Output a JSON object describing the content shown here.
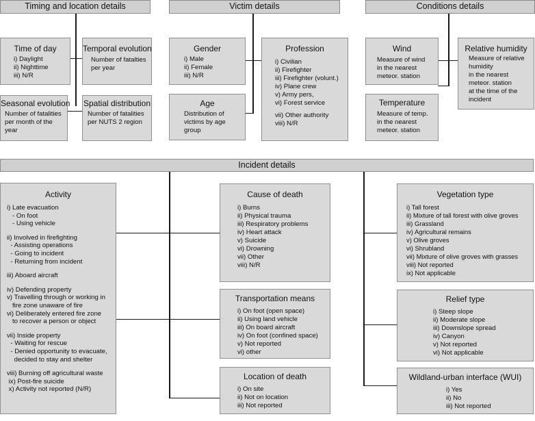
{
  "headers": {
    "timing": "Timing and location details",
    "victim": "Victim details",
    "conditions": "Conditions details",
    "incident": "Incident details"
  },
  "time_of_day": {
    "title": "Time of day",
    "items": [
      "i) Daylight",
      "ii) Nighttime",
      "iii) N/R"
    ]
  },
  "temporal_evolution": {
    "title": "Temporal evolution",
    "desc_lines": [
      "Number of fatalties",
      "per year"
    ]
  },
  "seasonal_evolution": {
    "title": "Seasonal evolution",
    "desc_lines": [
      "Number of fatalities",
      "per month of the",
      "year"
    ]
  },
  "spatial_distribution": {
    "title": "Spatial distribution",
    "desc_lines": [
      "Number of fatalities",
      "per NUTS 2 region"
    ]
  },
  "gender": {
    "title": "Gender",
    "items": [
      "i) Male",
      "ii) Female",
      "iii) N/R"
    ]
  },
  "age": {
    "title": "Age",
    "desc_lines": [
      "Distribution of",
      "victims by age",
      "group"
    ]
  },
  "profession": {
    "title": "Profession",
    "items": [
      "i) Civilian",
      "ii) Firefighter",
      "iii) Firefighter (volunt.)",
      "iv) Plane crew",
      "v) Army pers,",
      "vi) Forest service",
      "vii) Other authority",
      "viii) N/R"
    ]
  },
  "wind": {
    "title": "Wind",
    "desc_lines": [
      "Measure of wind",
      "in the nearest",
      "meteor. station"
    ]
  },
  "temperature": {
    "title": "Temperature",
    "desc_lines": [
      "Measure of temp.",
      "in the nearest",
      "meteor. station"
    ]
  },
  "relative_humidity": {
    "title": "Relative humidity",
    "desc_lines": [
      "Measure of relative",
      "humidity",
      "in the nearest",
      "meteor. station",
      "at the time of the",
      "incident"
    ]
  },
  "activity": {
    "title": "Activity",
    "items": [
      "i) Late evacuation",
      "   - On foot",
      "   - Using vehicle",
      "ii) Involved in firefighting",
      "  - Assisting operations",
      "  - Going to incident",
      "  - Returning from incident",
      "iii) Aboard aircraft",
      "iv) Defending property",
      "v) Travelling through or working in",
      "   fire zone unaware of fire",
      "vi) Deliberately entered fire zone",
      "   to recover a person or object",
      "vii) Inside property",
      "  - Waiting for rescue",
      "  - Denied opportunity to evacuate,",
      "    decided to stay and shelter",
      "viii) Burning off agricultural waste",
      " ix) Post-fire suicide",
      " x) Activity not reported (N/R)"
    ]
  },
  "cause_of_death": {
    "title": "Cause of death",
    "items": [
      "i) Burns",
      "ii) Physical trauma",
      "iii) Respiratory problems",
      "iv) Heart attack",
      "v) Suicide",
      "vi) Drowning",
      "vii) Other",
      "viii) N/R"
    ]
  },
  "transportation_means": {
    "title": "Transportation means",
    "items": [
      "i) On foot (open space)",
      "ii) Using land vehicle",
      "iii) On board aircraft",
      "iv) On foot (confined space)",
      "v) Not reported",
      "vi) other"
    ]
  },
  "location_of_death": {
    "title": "Location of death",
    "items": [
      "i) On site",
      "ii) Not on location",
      "iii) Not reported"
    ]
  },
  "vegetation_type": {
    "title": "Vegetation type",
    "items": [
      "i) Tall forest",
      "ii) Mixture of tall forest with olive groves",
      "iii) Grassland",
      "iv) Agricultural remains",
      "v) Olive groves",
      "vi) Shrubland",
      "vii) Mixture of olive groves with grasses",
      "viii) Not reported",
      "ix) Not applicable"
    ]
  },
  "relief_type": {
    "title": "Relief type",
    "items": [
      "i) Steep slope",
      "ii) Moderate slope",
      "iii) Downslope spread",
      "iv) Canyon",
      "v) Not reported",
      "vi) Not applicable"
    ]
  },
  "wui": {
    "title": "Wildland-urban interface (WUI)",
    "items": [
      "i) Yes",
      "ii) No",
      "iii) Not reported"
    ]
  }
}
